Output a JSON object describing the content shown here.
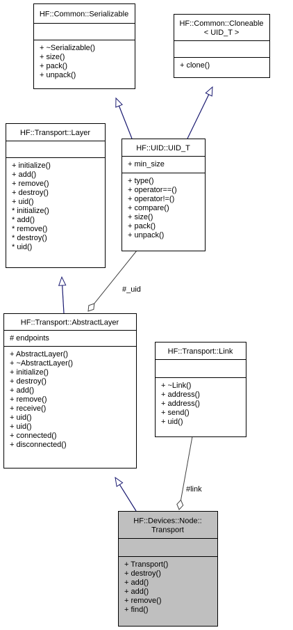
{
  "classes": {
    "serializable": {
      "title": [
        "HF::Common::Serializable"
      ],
      "attributes": [],
      "methods": [
        "+ ~Serializable()",
        "+ size()",
        "+ pack()",
        "+ unpack()"
      ]
    },
    "cloneable": {
      "title": [
        "HF::Common::Cloneable",
        "< UID_T >"
      ],
      "attributes": [],
      "methods": [
        "+ clone()"
      ]
    },
    "layer": {
      "title": [
        "HF::Transport::Layer"
      ],
      "attributes": [],
      "methods": [
        "+ initialize()",
        "+ add()",
        "+ remove()",
        "+ destroy()",
        "+ uid()",
        "* initialize()",
        "* add()",
        "* remove()",
        "* destroy()",
        "* uid()"
      ]
    },
    "uid_t": {
      "title": [
        "HF::UID::UID_T"
      ],
      "attributes": [
        "+ min_size"
      ],
      "methods": [
        "+ type()",
        "+ operator==()",
        "+ operator!=()",
        "+ compare()",
        "+ size()",
        "+ pack()",
        "+ unpack()"
      ]
    },
    "abstract_layer": {
      "title": [
        "HF::Transport::AbstractLayer"
      ],
      "attributes": [
        "# endpoints"
      ],
      "methods": [
        "+ AbstractLayer()",
        "+ ~AbstractLayer()",
        "+ initialize()",
        "+ destroy()",
        "+ add()",
        "+ remove()",
        "+ receive()",
        "+ uid()",
        "+ uid()",
        "+ connected()",
        "+ disconnected()"
      ]
    },
    "link": {
      "title": [
        "HF::Transport::Link"
      ],
      "attributes": [],
      "methods": [
        "+ ~Link()",
        "+ address()",
        "+ address()",
        "+ send()",
        "+ uid()"
      ]
    },
    "node_transport": {
      "title": [
        "HF::Devices::Node::",
        "Transport"
      ],
      "attributes": [],
      "methods": [
        "+ Transport()",
        "+ destroy()",
        "+ add()",
        "+ add()",
        "+ remove()",
        "+ find()"
      ]
    }
  },
  "edge_labels": {
    "uid": "#_uid",
    "link": "#link"
  }
}
